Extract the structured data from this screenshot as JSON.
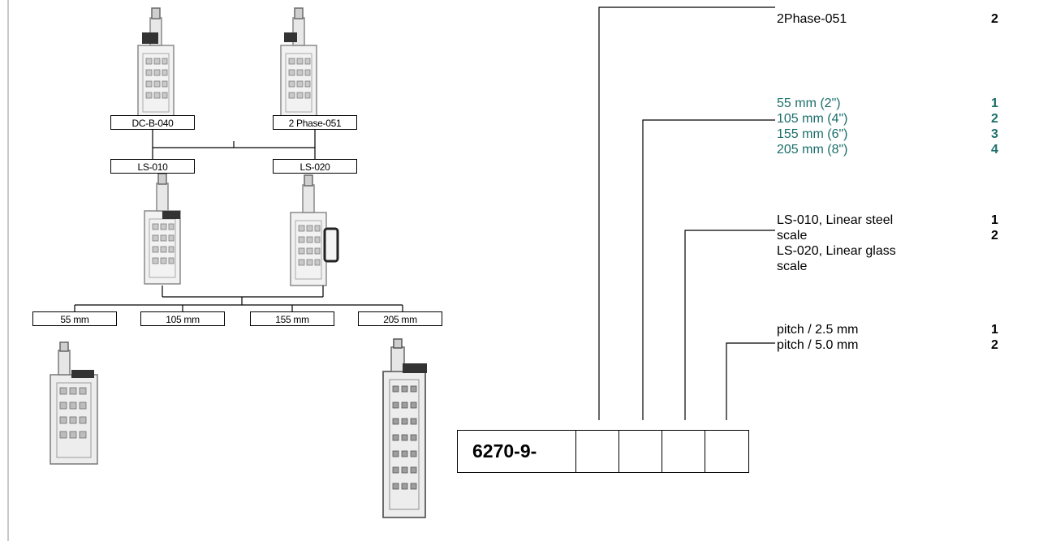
{
  "tree": {
    "drives": [
      "DC-B-040",
      "2 Phase-051"
    ],
    "scales": [
      "LS-010",
      "LS-020"
    ],
    "lengths": [
      "55 mm",
      "105 mm",
      "155 mm",
      "205 mm"
    ]
  },
  "options": {
    "drive": {
      "label": "2Phase-051",
      "code": "2"
    },
    "travel": [
      {
        "label": "55 mm (2\")",
        "code": "1"
      },
      {
        "label": "105 mm (4\")",
        "code": "2"
      },
      {
        "label": "155 mm (6\")",
        "code": "3"
      },
      {
        "label": "205 mm (8\")",
        "code": "4"
      }
    ],
    "scale_lines": [
      "LS-010, Linear steel",
      "scale",
      "LS-020, Linear glass",
      "scale"
    ],
    "scale_codes": [
      "1",
      "2"
    ],
    "pitch": [
      {
        "label": "pitch / 2.5 mm",
        "code": "1"
      },
      {
        "label": "pitch / 5.0 mm",
        "code": "2"
      }
    ]
  },
  "part_number": {
    "prefix": "6270-9-"
  },
  "colors": {
    "travel_text": "#1b6e6a",
    "line": "#000000",
    "stage_outline": "#8a8a8a"
  }
}
